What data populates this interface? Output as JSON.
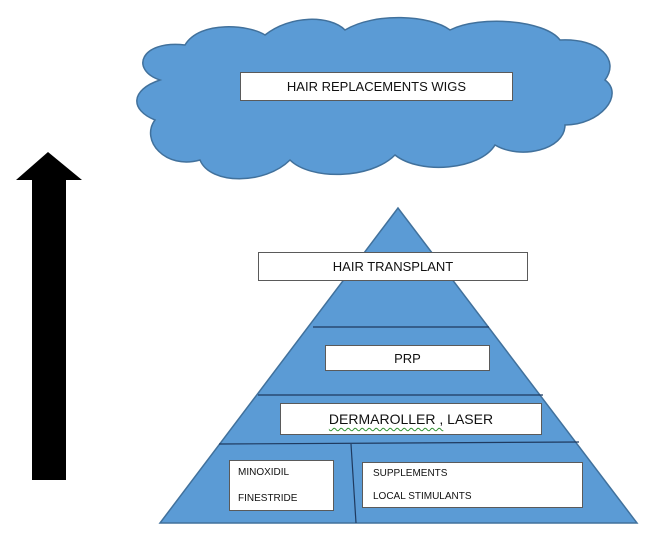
{
  "colors": {
    "shape_fill": "#5b9bd5",
    "shape_stroke": "#41719c",
    "arrow": "#000000",
    "box_fill": "#ffffff"
  },
  "cloud": {
    "label": "HAIR REPLACEMENTS WIGS"
  },
  "pyramid": {
    "tiers": [
      {
        "label": "HAIR TRANSPLANT"
      },
      {
        "label": "PRP"
      },
      {
        "label": "DERMAROLLER , LASER",
        "label_part1": "DERMAROLLER ,",
        "label_part2": " LASER"
      }
    ],
    "base": {
      "left_items": [
        "MINOXIDIL",
        "FINESTRIDE"
      ],
      "right_items": [
        "SUPPLEMENTS",
        "LOCAL STIMULANTS"
      ]
    }
  },
  "arrow": {
    "direction": "up",
    "icon": "up-arrow-icon"
  }
}
